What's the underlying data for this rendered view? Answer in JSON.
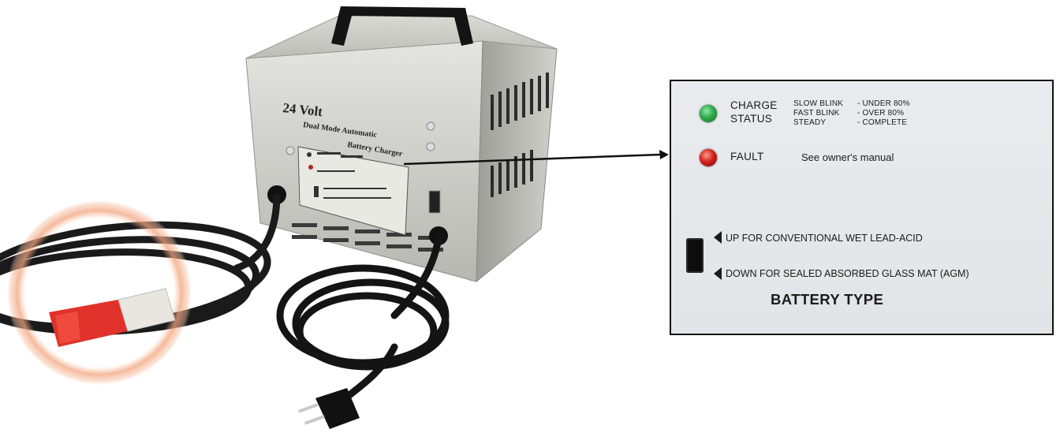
{
  "product_photo": {
    "front_label": {
      "voltage": "24 Volt",
      "line1": "Dual Mode Automatic",
      "line2": "Battery Charger"
    },
    "colors": {
      "chassis": "#c9c9c4",
      "handle": "#111111",
      "connector": "#e0322a",
      "highlight_ring": "#f2a27c"
    }
  },
  "label_panel": {
    "charge": {
      "label_line1": "CHARGE",
      "label_line2": "STATUS",
      "modes": [
        "SLOW BLINK",
        "FAST BLINK",
        "STEADY"
      ],
      "descriptions": [
        "- UNDER 80%",
        "- OVER 80%",
        "- COMPLETE"
      ],
      "led_color": "#2eaa4c"
    },
    "fault": {
      "label": "FAULT",
      "note": "See owner's manual",
      "led_color": "#d3221d"
    },
    "battery_type": {
      "up_label": "UP FOR CONVENTIONAL WET LEAD-ACID",
      "down_label": "DOWN FOR SEALED ABSORBED GLASS MAT (AGM)",
      "title": "BATTERY TYPE"
    }
  }
}
